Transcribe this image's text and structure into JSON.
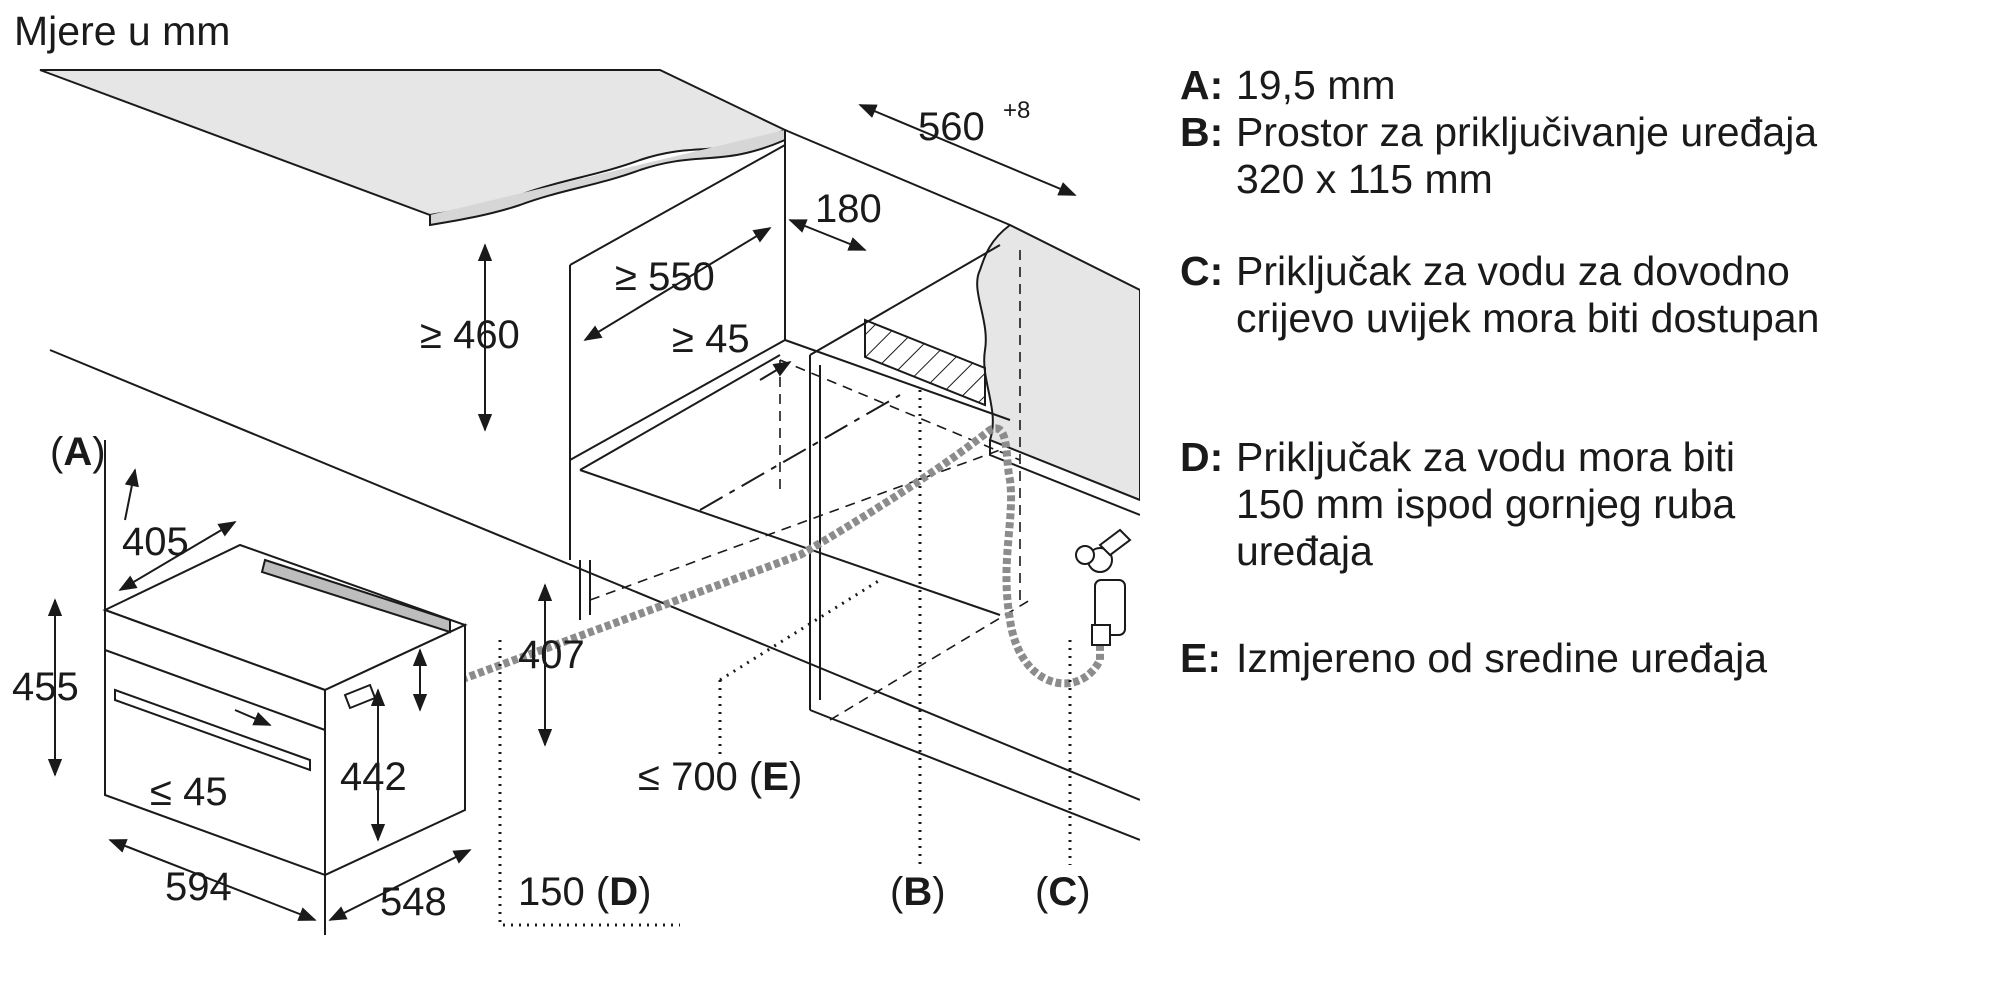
{
  "title": "Mjere u mm",
  "legend": [
    {
      "key": "A:",
      "lines": [
        "19,5 mm"
      ]
    },
    {
      "key": "B:",
      "lines": [
        "Prostor za priključivanje uređaja",
        "320 x 115 mm"
      ]
    },
    {
      "key": "C:",
      "lines": [
        "Priključak za vodu za dovodno",
        "crijevo uvijek mora biti dostupan"
      ]
    },
    {
      "key": "D:",
      "lines": [
        "Priključak za vodu mora biti",
        "150 mm ispod gornjeg ruba",
        "uređaja"
      ]
    },
    {
      "key": "E:",
      "lines": [
        "Izmjereno od sredine uređaja"
      ]
    }
  ],
  "dimensions": {
    "d560": "560",
    "d560_tol": "+8",
    "d180": "180",
    "d550": "≥ 550",
    "d460": "≥ 460",
    "d45_top": "≥ 45",
    "dA": "A",
    "d405": "405",
    "d455": "455",
    "d407": "407",
    "d442": "442",
    "d45_bottom": "≤ 45",
    "d594": "594",
    "d548": "548",
    "d150": "150",
    "dD": "D",
    "d700": "≤ 700",
    "dE": "E",
    "dB": "B",
    "dC": "C"
  }
}
